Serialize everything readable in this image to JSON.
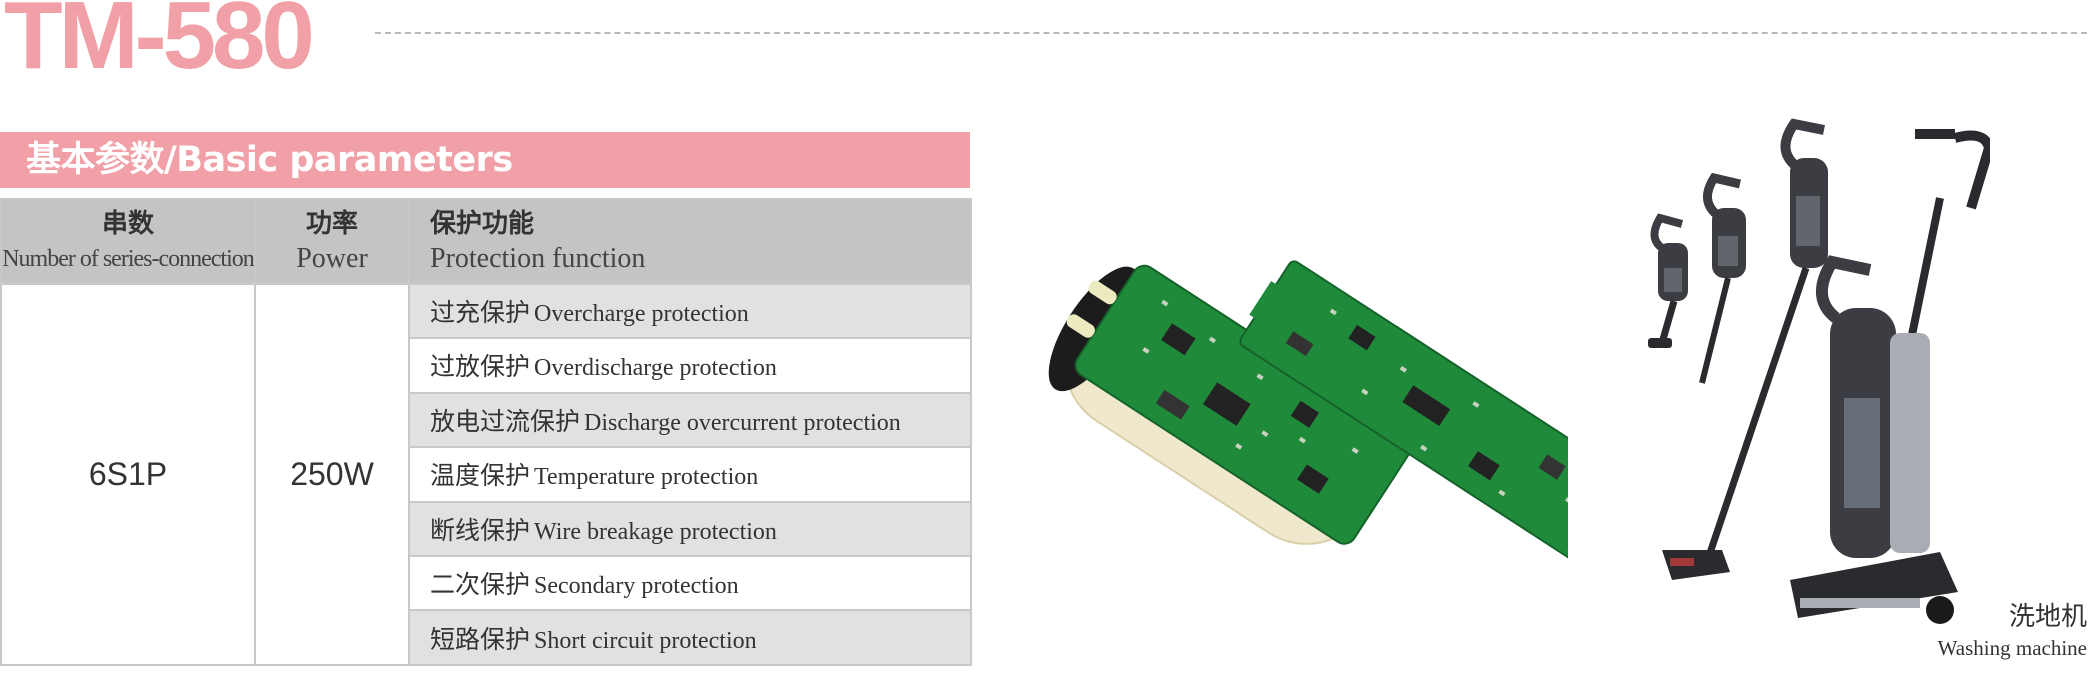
{
  "model": "TM-580",
  "section_title": "基本参数/Basic parameters",
  "table": {
    "headers": [
      {
        "cn": "串数",
        "en": "Number of series-connection"
      },
      {
        "cn": "功率",
        "en": "Power"
      },
      {
        "cn": "保护功能",
        "en": "Protection function"
      }
    ],
    "series_value": "6S1P",
    "power_value": "250W",
    "protections": [
      {
        "cn": "过充保护",
        "en": "Overcharge protection"
      },
      {
        "cn": "过放保护",
        "en": "Overdischarge protection"
      },
      {
        "cn": "放电过流保护",
        "en": "Discharge overcurrent protection"
      },
      {
        "cn": "温度保护",
        "en": "Temperature protection"
      },
      {
        "cn": "断线保护",
        "en": "Wire breakage protection"
      },
      {
        "cn": "二次保护",
        "en": "Secondary protection"
      },
      {
        "cn": "短路保护",
        "en": "Short circuit protection"
      }
    ]
  },
  "product": {
    "cn": "洗地机",
    "en": "Washing machine"
  },
  "colors": {
    "accent_pink": "#f0a0a6",
    "header_grey": "#c4c4c4",
    "row_grey": "#e1e1e1",
    "pcb_green": "#1f8a3a"
  },
  "images": [
    "pcb-board-photo",
    "vacuum-cleaner-photo"
  ]
}
